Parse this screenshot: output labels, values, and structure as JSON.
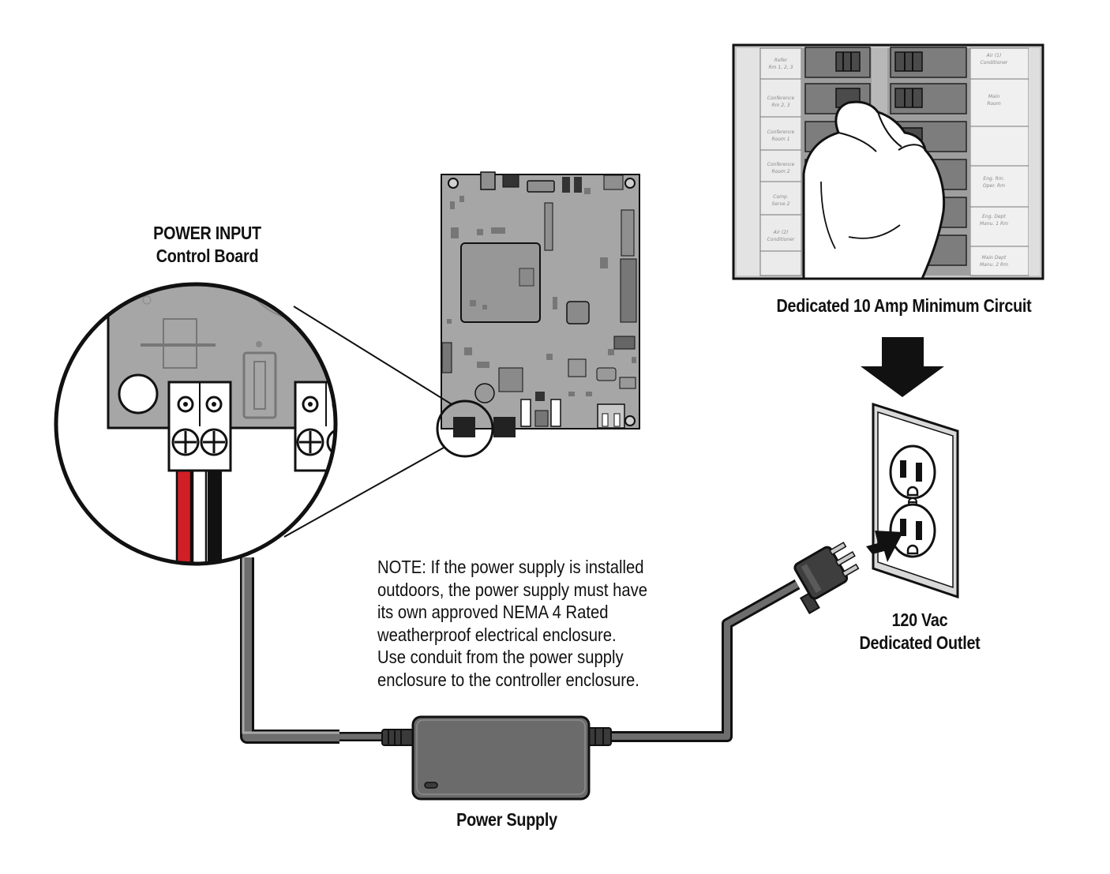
{
  "labels": {
    "power_input_line1": "POWER INPUT",
    "power_input_line2": "Control Board",
    "breaker_caption": "Dedicated 10 Amp Minimum Circuit",
    "outlet_line1": "120 Vac",
    "outlet_line2": "Dedicated Outlet",
    "power_supply": "Power Supply"
  },
  "note_lines": [
    "NOTE: If the power supply is installed",
    "outdoors, the power supply must have",
    "its own approved NEMA 4 Rated",
    "weatherproof electrical enclosure.",
    "Use conduit from the power supply",
    "enclosure to the controller enclosure."
  ],
  "breaker_panel": {
    "left_labels": [
      [
        "Refer",
        "Rm 1, 2, 3"
      ],
      [
        "Conference",
        "Rm 2, 3"
      ],
      [
        "Conference",
        "Room 1"
      ],
      [
        "Conference",
        "Room 2"
      ],
      [
        "Comp.",
        "Serve 2"
      ],
      [
        "Air (2)",
        "Conditioner"
      ]
    ],
    "right_labels": [
      [
        "Air (1)",
        "Conditioner"
      ],
      [
        "Main",
        "Room"
      ],
      [
        "",
        ""
      ],
      [
        "Eng. Rm.",
        "Oper. Rm"
      ],
      [
        "Eng. Dept",
        "Manu. 1 Rm"
      ],
      [
        "Main Dept",
        "Manu. 2 Rm"
      ]
    ]
  },
  "colors": {
    "wire_red": "#d21f26",
    "wire_black": "#111111",
    "board_gray": "#a6a6a6",
    "cable_gray": "#6d6d6d",
    "supply_gray": "#6b6b6b",
    "outline": "#111111"
  }
}
